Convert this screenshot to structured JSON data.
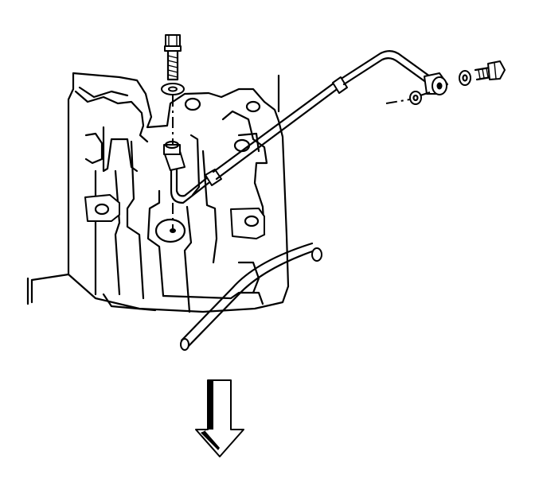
{
  "figure": {
    "type": "exploded-view service illustration",
    "line_color": "#000000",
    "background_color": "#ffffff",
    "parts": {
      "vertical_bolt": "bolt-icon",
      "vertical_washer": "washer-icon",
      "right_bolt": "bolt-icon",
      "right_washers": "washer-icon",
      "right_fitting": "hex-fitting-icon",
      "rod_end_fitting": "hex-fitting-icon",
      "bracket": "bracket-panel",
      "lower_hose": "hose-tube",
      "direction_indicator": "arrow-down-icon"
    }
  }
}
